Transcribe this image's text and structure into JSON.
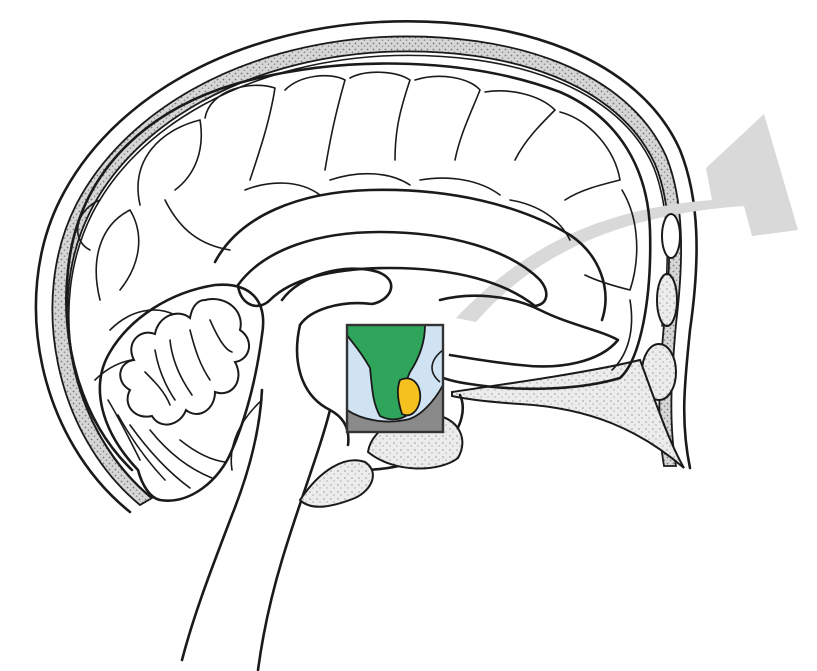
{
  "colors": {
    "background": "#ffffff",
    "outline": "#1a1a1a",
    "arrow": "#d9d9d9",
    "skull_stipple": "#9a9a9a",
    "region_light_blue": "#cfe3f2",
    "region_green": "#2ea55a",
    "region_yellow": "#f4c11f",
    "region_gray": "#8a8a8a",
    "highlight_frame": "#333333"
  },
  "figure": {
    "subject": "brain-midsagittal-section",
    "highlighted_regions": [
      "light-blue",
      "green",
      "yellow",
      "gray"
    ],
    "pointer": "arrow-up-right"
  }
}
